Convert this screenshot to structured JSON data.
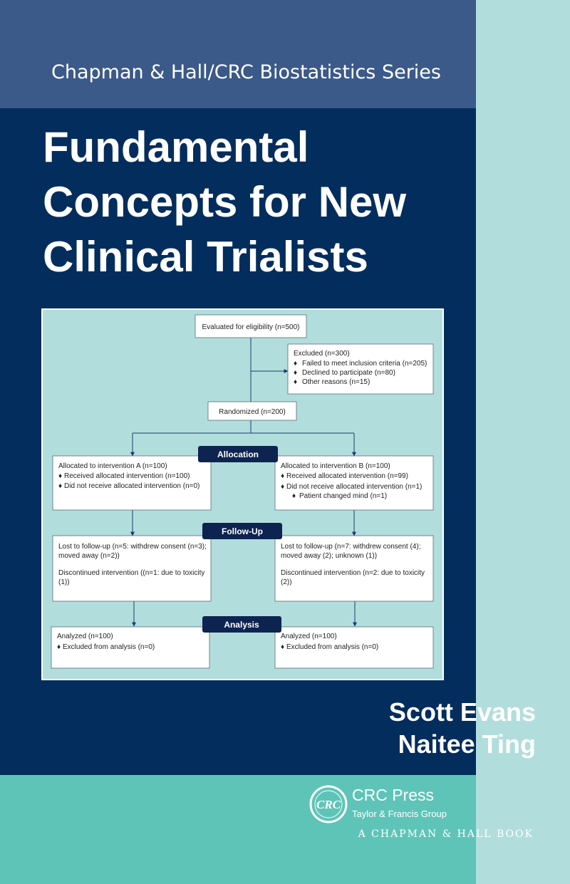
{
  "series": "Chapman & Hall/CRC Biostatistics Series",
  "title_lines": [
    "Fundamental",
    "Concepts for New",
    "Clinical Trialists"
  ],
  "authors": [
    "Scott Evans",
    "Naitee Ting"
  ],
  "publisher": {
    "name": "CRC Press",
    "subtitle": "Taylor & Francis Group",
    "logo_text": "CRC",
    "imprint": "A CHAPMAN & HALL BOOK"
  },
  "flowchart": {
    "eligibility": "Evaluated for eligibility (n=500)",
    "excluded": {
      "heading": "Excluded (n=300)",
      "items": [
        "Failed to meet inclusion criteria (n=205)",
        "Declined to participate (n=80)",
        "Other reasons (n=15)"
      ]
    },
    "randomized": "Randomized (n=200)",
    "stages": [
      "Allocation",
      "Follow-Up",
      "Analysis"
    ],
    "allocation_a": {
      "heading": "Allocated to intervention A (n=100)",
      "items": [
        "Received allocated intervention (n=100)",
        "Did not receive allocated intervention (n=0)"
      ]
    },
    "allocation_b": {
      "heading": "Allocated to intervention B (n=100)",
      "items": [
        "Received allocated intervention (n=99)",
        "Did not receive allocated intervention (n=1)"
      ],
      "subitem": "Patient changed mind (n=1)"
    },
    "followup_a": {
      "lost": [
        "Lost to follow-up (n=5: withdrew consent (n=3);",
        "moved away (n=2))"
      ],
      "discontinued": [
        "Discontinued intervention ((n=1: due to toxicity",
        "(1))"
      ]
    },
    "followup_b": {
      "lost": [
        "Lost to follow-up (n=7: withdrew consent (4);",
        "moved away (2); unknown (1))"
      ],
      "discontinued": [
        "Discontinued intervention (n=2: due to toxicity",
        "(2))"
      ]
    },
    "analysis_a": {
      "heading": "Analyzed (n=100)",
      "items": [
        "Excluded from analysis (n=0)"
      ]
    },
    "analysis_b": {
      "heading": "Analyzed (n=100)",
      "items": [
        "Excluded from analysis (n=0)"
      ]
    }
  },
  "colors": {
    "series_band": "#3b5a89",
    "main_band": "#032d5c",
    "bottom_band": "#5ec4b8",
    "spine": "#b1dedc",
    "figure_bg": "#b1dedc",
    "stage_label_bg": "#0d2451"
  }
}
